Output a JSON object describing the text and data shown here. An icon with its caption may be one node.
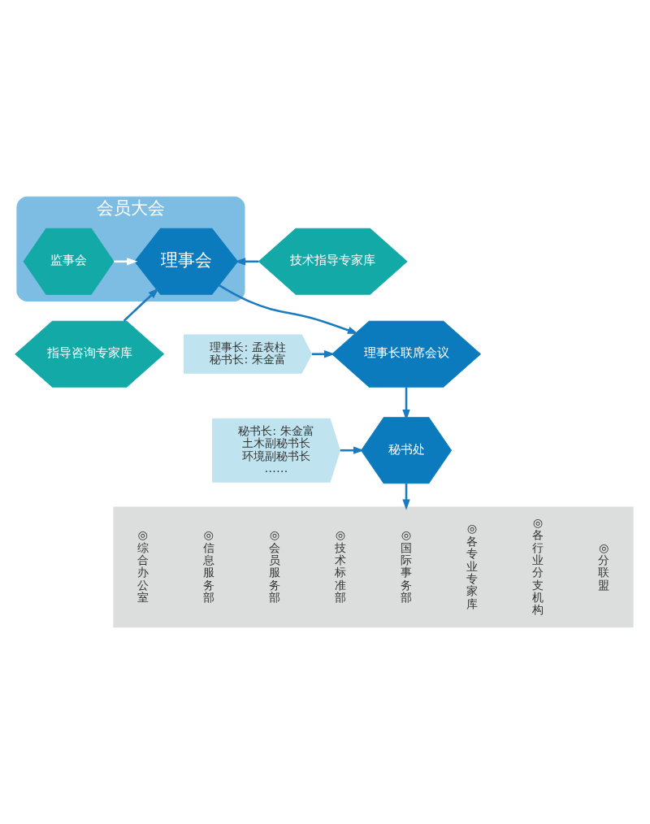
{
  "diagram": {
    "nodes": [
      {
        "text": [
          "会员大会"
        ]
      },
      {
        "text": [
          "监事会"
        ],
        "in": 0
      },
      {
        "text": [
          "理事会"
        ],
        "in": 0
      },
      {
        "text": [
          "技术指导专家库"
        ]
      },
      {
        "text": [
          "指导咨询专家库"
        ]
      },
      {
        "text": [
          "理事长: 孟表柱",
          "秘书长: 朱金富"
        ]
      },
      {
        "text": [
          "理事长联席会议"
        ]
      },
      {
        "text": [
          "秘书长: 朱金富",
          "土木副秘书长",
          "环境副秘书长",
          "……"
        ]
      },
      {
        "text": [
          "秘书处"
        ]
      },
      {
        "text": [],
        "shape": "box"
      },
      {
        "text": [
          "◎",
          "综合办公室"
        ],
        "in": 9
      },
      {
        "text": [
          "◎",
          "信息服务部"
        ],
        "in": 9
      },
      {
        "text": [
          "◎",
          "会员服务部"
        ],
        "in": 9
      },
      {
        "text": [
          "◎",
          "技术标准部"
        ],
        "in": 9
      },
      {
        "text": [
          "◎",
          "国际事务部"
        ],
        "in": 9
      },
      {
        "text": [
          "◎",
          "各专业专家库"
        ],
        "in": 9
      },
      {
        "text": [
          "◎",
          "各行业分支机构"
        ],
        "in": 9
      },
      {
        "text": [
          "◎",
          "分联盟"
        ],
        "in": 9
      }
    ],
    "edges": [
      {
        "from": 1,
        "to": 2,
        "arrow": "to",
        "color": "#ffffff"
      },
      {
        "from": 3,
        "to": 2,
        "arrow": "to"
      },
      {
        "from": 4,
        "to": 2,
        "arrow": "to"
      },
      {
        "from": 2,
        "to": 6,
        "arrow": "to"
      },
      {
        "from": 5,
        "to": 6,
        "arrow": "to"
      },
      {
        "from": 6,
        "to": 8,
        "arrow": "to"
      },
      {
        "from": 7,
        "to": 8,
        "arrow": "to"
      },
      {
        "from": 8,
        "to": 9,
        "arrow": "to"
      }
    ]
  }
}
